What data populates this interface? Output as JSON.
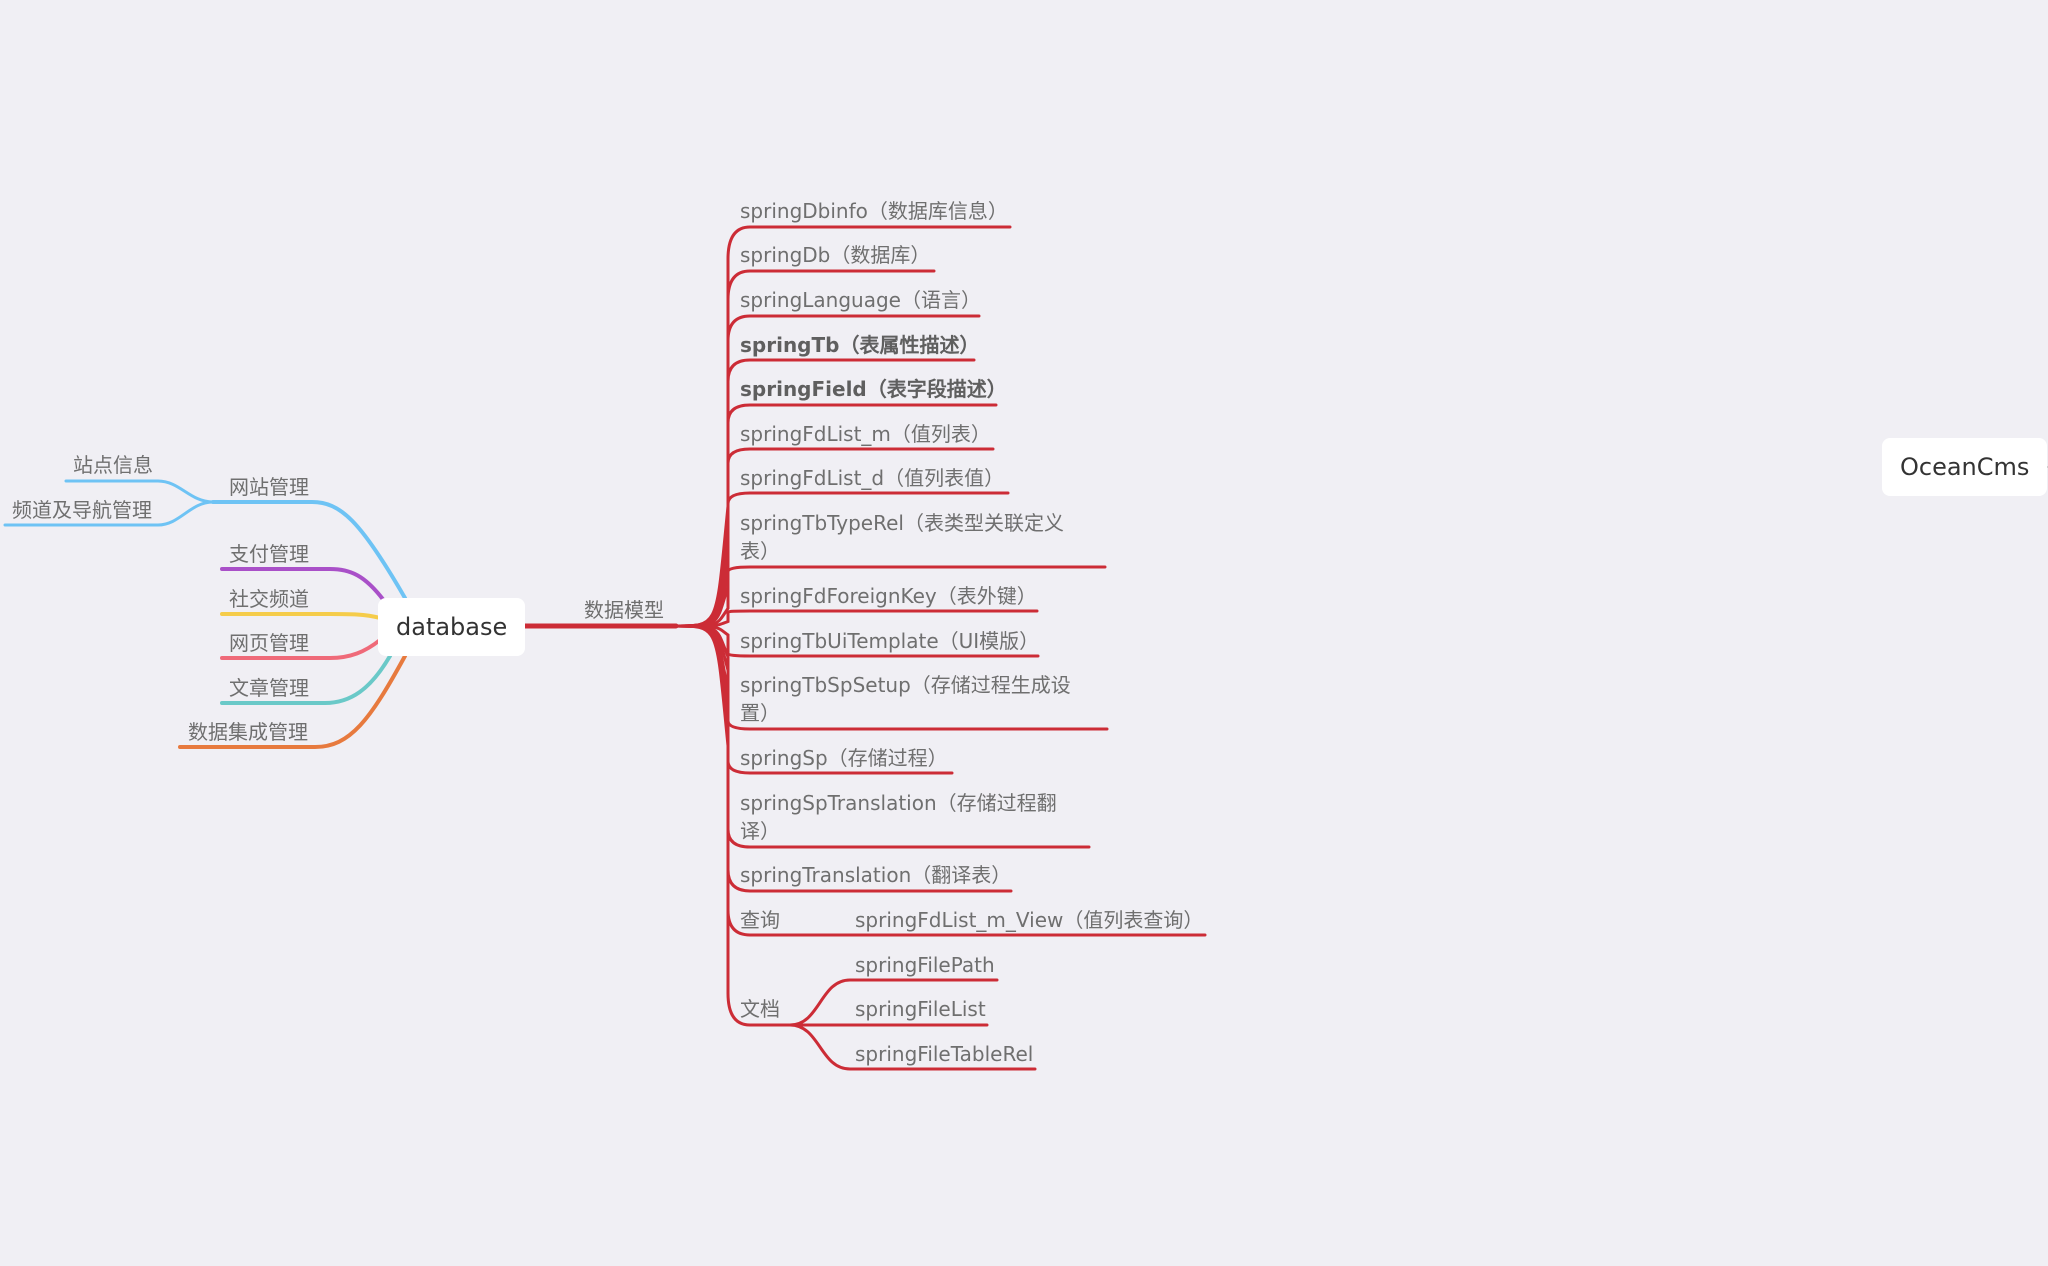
{
  "colors": {
    "background": "#f0eff4",
    "red": "#cc2c36",
    "blue": "#6ec3f4",
    "purple": "#a950c8",
    "yellow": "#f5cc4a",
    "pink": "#ef6a79",
    "teal": "#6ac9c8",
    "orange": "#e77a3e"
  },
  "mindmap": {
    "central_topic": "database",
    "other_root": "OceanCms",
    "left_branches": [
      {
        "label": "网站管理",
        "children": [
          "站点信息",
          "频道及导航管理"
        ]
      },
      {
        "label": "支付管理"
      },
      {
        "label": "社交频道"
      },
      {
        "label": "网页管理"
      },
      {
        "label": "文章管理"
      },
      {
        "label": "数据集成管理"
      }
    ],
    "data_model": {
      "label": "数据模型",
      "items": [
        "springDbinfo（数据库信息）",
        "springDb（数据库）",
        "springLanguage（语言）",
        "springTb（表属性描述）",
        "springField（表字段描述）",
        "springFdList_m（值列表）",
        "springFdList_d（值列表值）",
        "springTbTypeRel（表类型关联定义表）",
        "springFdForeignKey（表外键）",
        "springTbUiTemplate（UI模版）",
        "springTbSpSetup（存储过程生成设置）",
        "springSp（存储过程）",
        "springSpTranslation（存储过程翻译）",
        "springTranslation（翻译表）"
      ],
      "query": {
        "label": "查询",
        "children": [
          "springFdList_m_View（值列表查询）"
        ]
      },
      "docs": {
        "label": "文档",
        "children": [
          "springFilePath",
          "springFileList",
          "springFileTableRel"
        ]
      }
    }
  }
}
